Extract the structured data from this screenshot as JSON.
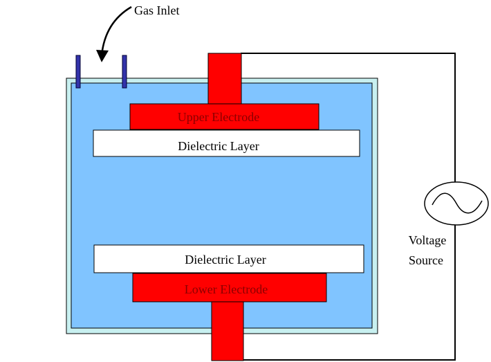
{
  "labels": {
    "gas_inlet": "Gas Inlet",
    "upper_electrode": "Upper Electrode",
    "upper_dielectric": "Dielectric Layer",
    "lower_dielectric": "Dielectric Layer",
    "lower_electrode": "Lower Electrode",
    "voltage_source_line1": "Voltage",
    "voltage_source_line2": "Source"
  },
  "colors": {
    "chamber_fill": "#80c4ff",
    "chamber_outer": "#c8f0f0",
    "electrode": "#ff0000",
    "dielectric": "#ffffff",
    "inlet_post": "#3333aa",
    "wire": "#000000",
    "electrode_text": "#8b0000"
  },
  "icons": {
    "voltage_source": "ac-sine-wave-icon",
    "inlet_arrow": "curved-arrow-down-icon"
  }
}
